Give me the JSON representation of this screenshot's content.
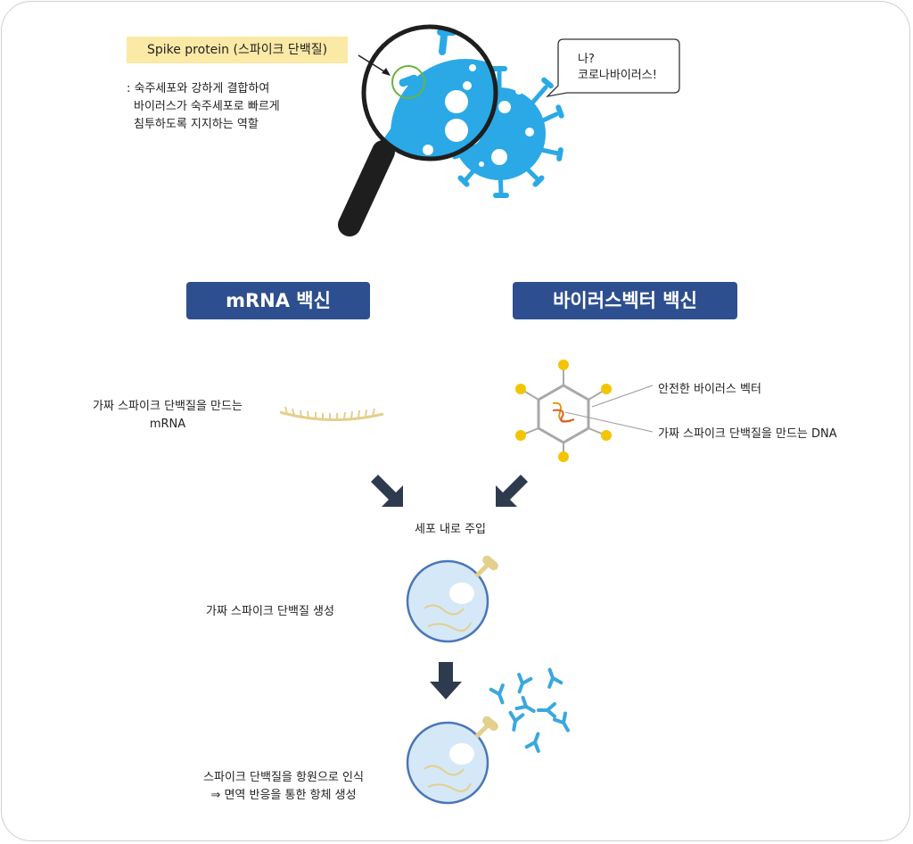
{
  "callout": {
    "spike_label": "Spike protein (스파이크 단백질)",
    "desc_line1": ": 숙주세포와 강하게 결합하여",
    "desc_line2": "바이러스가 숙주세포로 빠르게",
    "desc_line3": "침투하도록 지지하는 역할"
  },
  "speech": {
    "line1": "나?",
    "line2": "코로나바이러스!"
  },
  "vaccines": {
    "mrna_title": "mRNA 백신",
    "vector_title": "바이러스벡터 백신"
  },
  "mrna": {
    "label_line1": "가짜 스파이크 단백질을 만드는",
    "label_line2": "mRNA"
  },
  "vector": {
    "label_vector": "안전한 바이러스 벡터",
    "label_dna": "가짜 스파이크 단백질을 만드는 DNA"
  },
  "steps": {
    "inject": "세포 내로 주입",
    "produce": "가짜 스파이크 단백질 생성",
    "recognize_line1": "스파이크 단백질을 항원으로 인식",
    "recognize_line2": "⇒ 면역 반응을 통한 항체 생성"
  },
  "colors": {
    "virus": "#2aa9e6",
    "title_bg": "#2e4f8f",
    "label_bg": "#fbe9a6",
    "cell_fill": "#d5e8f7",
    "cell_stroke": "#4a76b8",
    "gold": "#f2c500",
    "arrow": "#2e3b4e",
    "antibody": "#3aa7e0"
  }
}
